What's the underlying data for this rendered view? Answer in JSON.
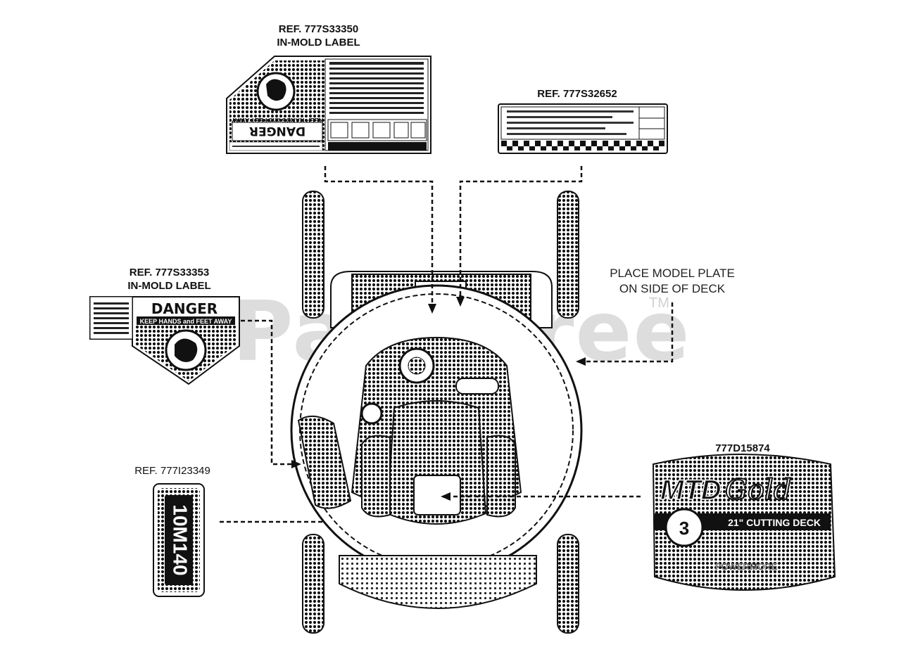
{
  "watermark": {
    "text": "PartsTree",
    "tm": "TM"
  },
  "labels": {
    "top_danger": {
      "ref": "REF. 777S33350",
      "type": "IN-MOLD LABEL",
      "title": "DANGER",
      "subtitle": "KEEP HANDS and FEET AWAY"
    },
    "top_right": {
      "ref": "REF. 777S32652"
    },
    "left_danger": {
      "ref": "REF. 777S33353",
      "type": "IN-MOLD LABEL",
      "title": "DANGER",
      "subtitle": "KEEP HANDS and FEET AWAY"
    },
    "left_bottom": {
      "ref": "REF. 777I23349",
      "model_text": "10M140"
    },
    "right_brand": {
      "ref": "777D15874",
      "brand": "MTD",
      "brand_script": "Gold",
      "deck_text": "21\" CUTTING DECK",
      "badge_number": "3",
      "badge_text": "POWERMORE"
    }
  },
  "note": {
    "line1": "PLACE MODEL PLATE",
    "line2": "ON SIDE OF DECK"
  },
  "colors": {
    "ink": "#111111",
    "watermark": "#969696"
  }
}
